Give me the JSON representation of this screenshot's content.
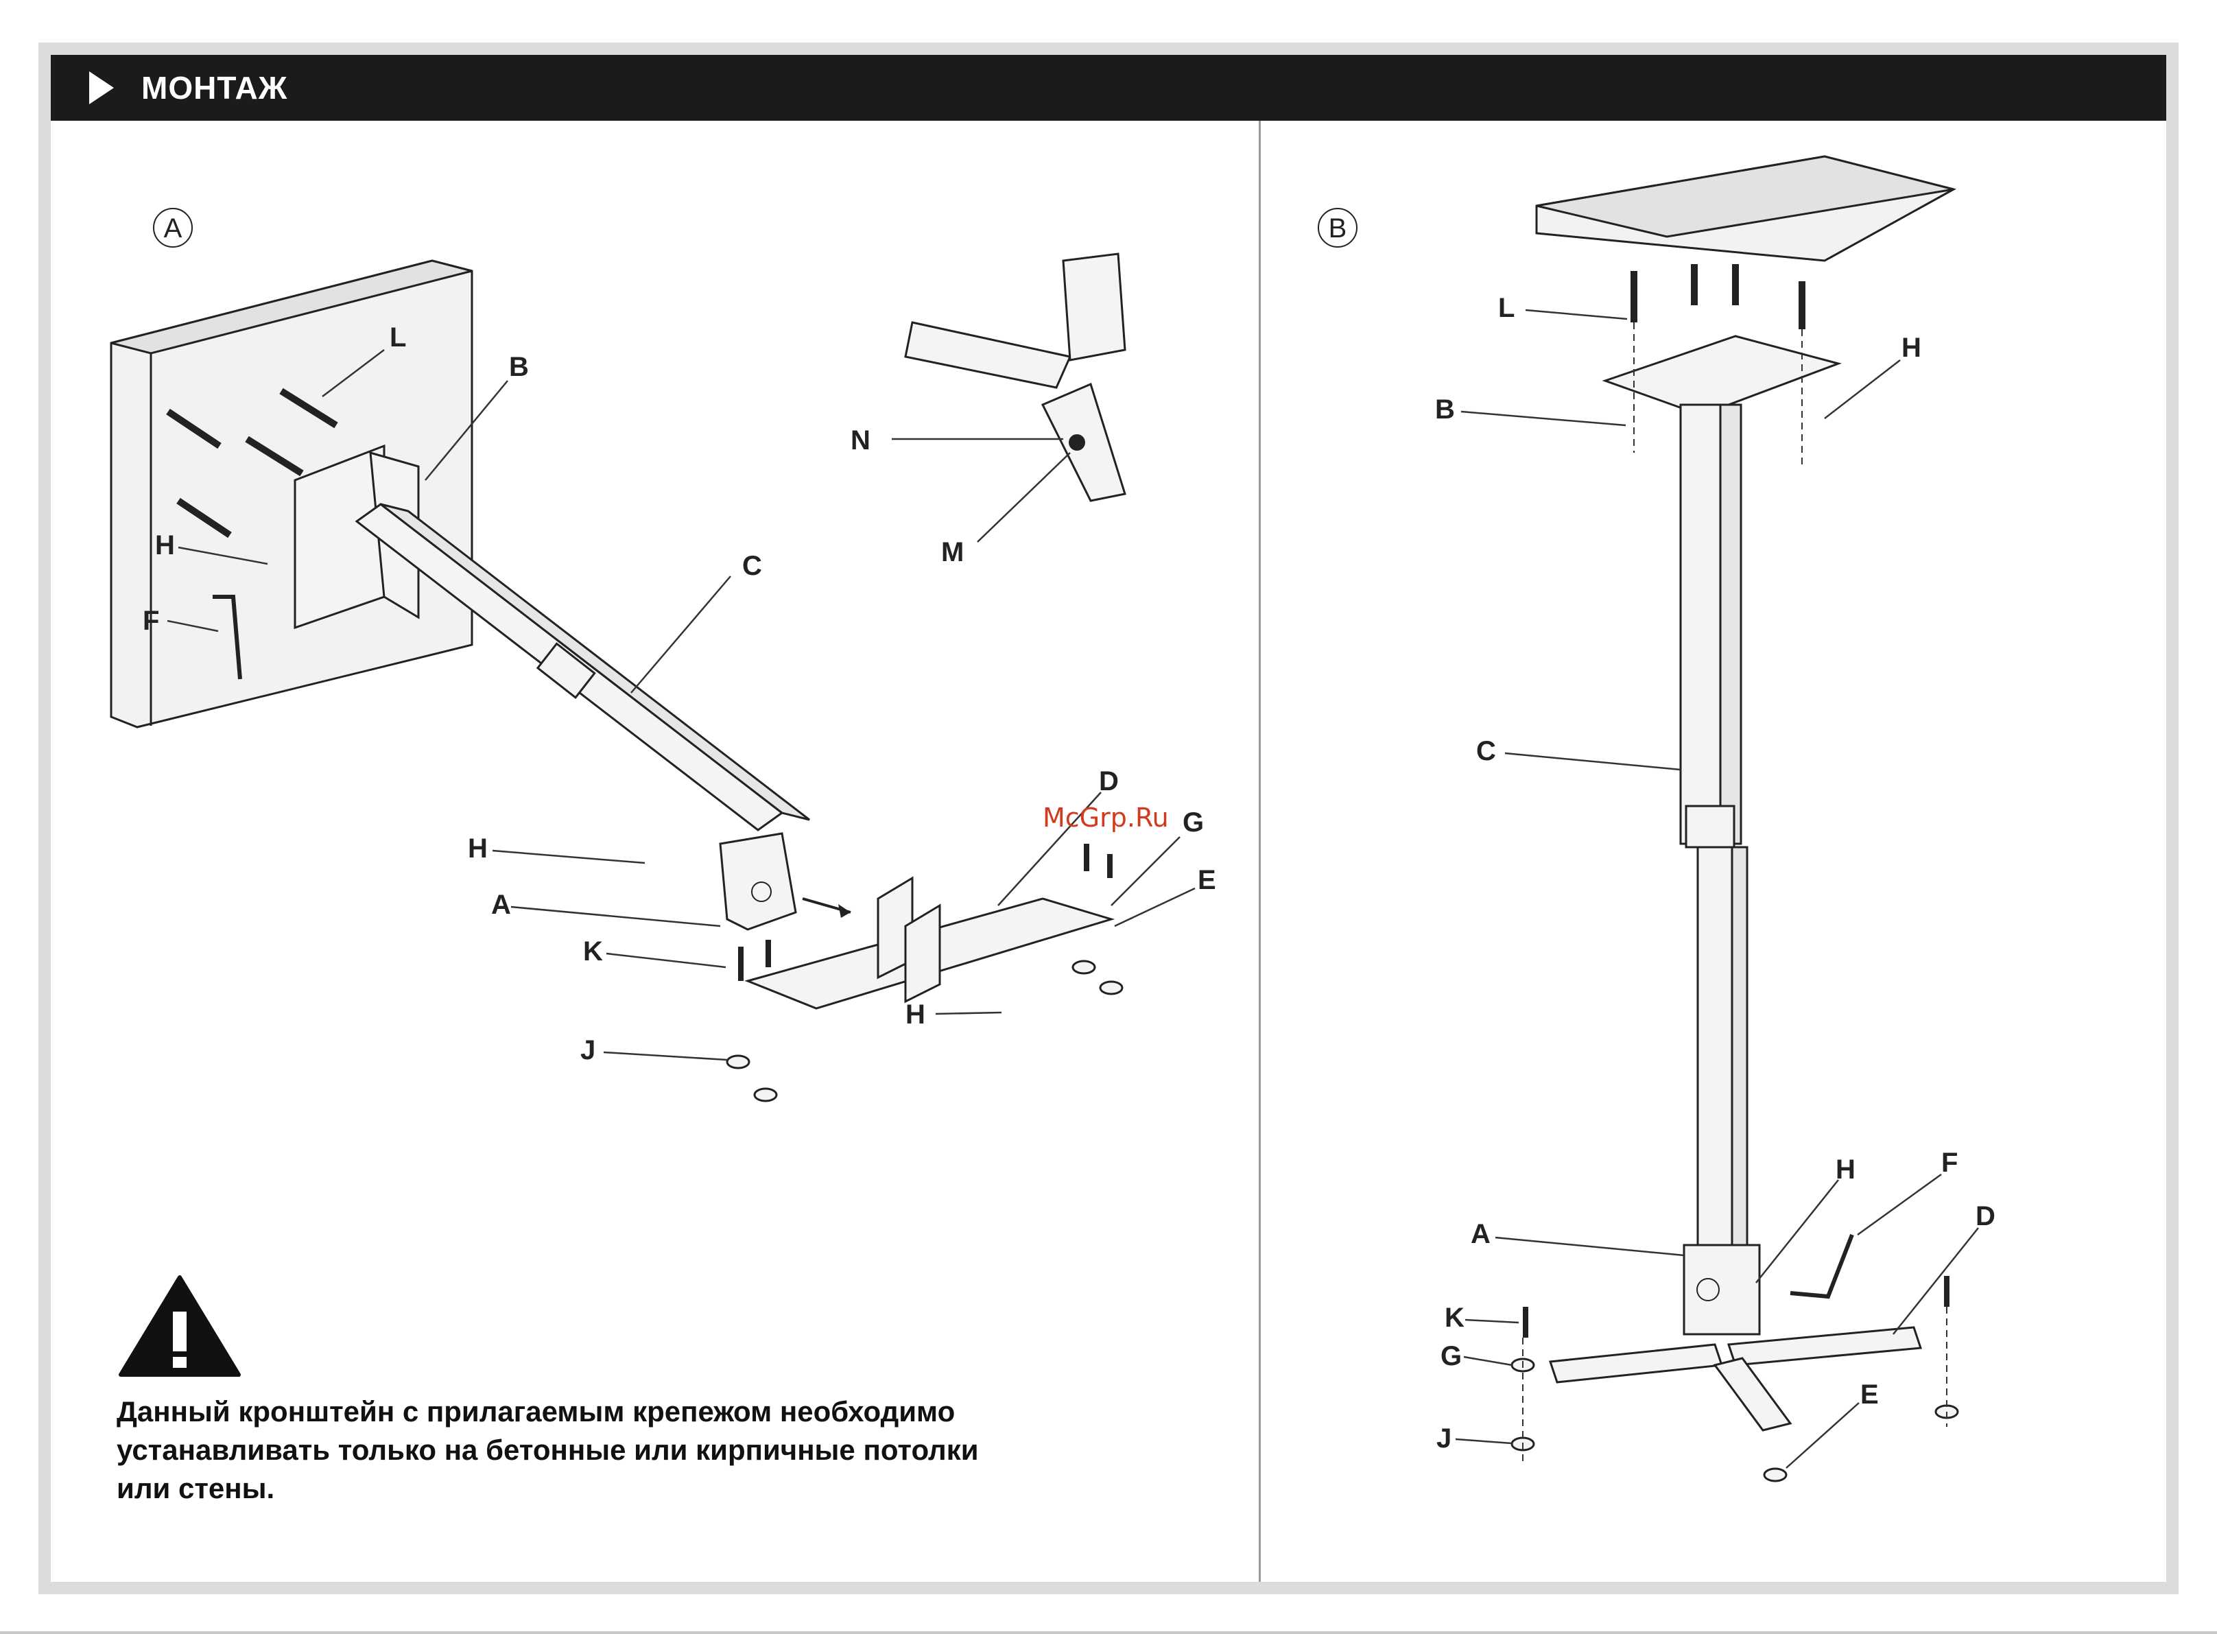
{
  "header": {
    "title": "МОНТАЖ"
  },
  "figure_a": {
    "marker": "A",
    "labels": {
      "L": "L",
      "B": "B",
      "H1": "H",
      "F": "F",
      "C": "C",
      "N": "N",
      "M": "M",
      "D": "D",
      "G": "G",
      "E": "E",
      "H2": "H",
      "A": "A",
      "K": "K",
      "H3": "H",
      "J": "J"
    }
  },
  "figure_b": {
    "marker": "B",
    "labels": {
      "L": "L",
      "H1": "H",
      "B": "B",
      "C": "C",
      "H2": "H",
      "F": "F",
      "D": "D",
      "A": "A",
      "K": "K",
      "G": "G",
      "E": "E",
      "J": "J"
    }
  },
  "warning": {
    "icon": "warning-triangle-icon",
    "text_lines": [
      "Данный кронштейн с прилагаемым крепежом необходимо",
      "устанавливать только на бетонные или кирпичные потолки",
      "или стены."
    ]
  },
  "watermark": "McGrp.Ru",
  "colors": {
    "header_bg": "#1b1b1b",
    "watermark": "#d23a1e"
  }
}
